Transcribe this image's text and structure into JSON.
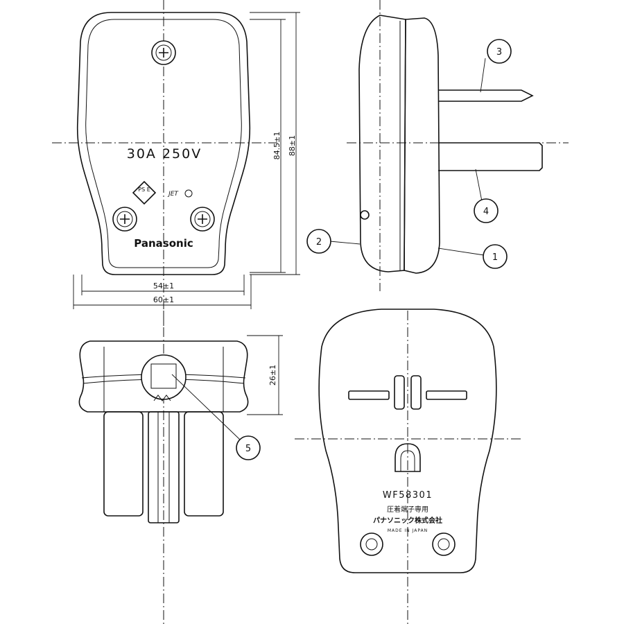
{
  "front_view": {
    "rating": "30A 250V",
    "pse_mark": "PS E",
    "jet_mark": "JET",
    "brand": "Panasonic",
    "dim_height_inner": "84.5±1",
    "dim_height_outer": "88±1",
    "dim_width_inner": "54±1",
    "dim_width_outer": "60±1"
  },
  "top_view": {
    "dim_depth": "26±1",
    "callout_5": "5"
  },
  "side_view": {
    "callout_1": "1",
    "callout_2": "2",
    "callout_3": "3",
    "callout_4": "4"
  },
  "back_view": {
    "model": "WF58301",
    "line1": "圧着端子専用",
    "line2": "パナソニック株式会社",
    "line3": "MADE IN JAPAN"
  }
}
